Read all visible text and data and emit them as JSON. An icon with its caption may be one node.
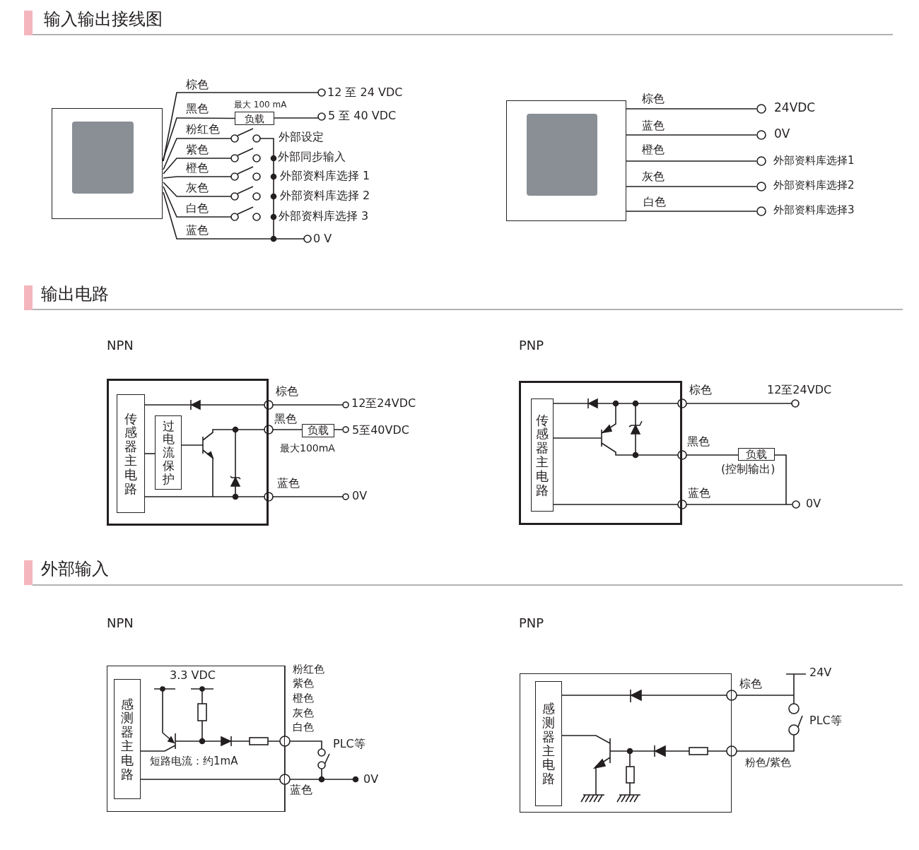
{
  "diagram": {
    "nodes": [
      {
        "text": [],
        "shape": "box"
      },
      {
        "text": [
          "负载"
        ],
        "beside": [
          "最大 100 mA"
        ]
      },
      {
        "text": [],
        "shape": "box"
      },
      {
        "text": [],
        "shape": "box"
      },
      {
        "text": [
          "传感器主电路"
        ],
        "in": 3
      },
      {
        "text": [
          "过电流保护"
        ],
        "in": 3
      },
      {
        "text": [
          "负载"
        ],
        "beside": [
          "最大100mA"
        ]
      },
      {
        "text": [],
        "shape": "box"
      },
      {
        "text": [
          "传感器主电路"
        ],
        "in": 7
      },
      {
        "text": [
          "负载"
        ],
        "beside": [
          "(控制输出)"
        ]
      },
      {
        "text": [],
        "shape": "box"
      },
      {
        "text": [
          "感测器主电路"
        ],
        "in": 10
      },
      {
        "text": [],
        "shape": "box"
      },
      {
        "text": [
          "感测器主电路"
        ],
        "in": 12
      }
    ],
    "edges": [
      {
        "from": 0,
        "to": 1,
        "arrow": "none"
      },
      {
        "from": 4,
        "to": 5,
        "arrow": "none"
      }
    ],
    "labels": [
      "输入输出接线图",
      "棕色",
      "黑色",
      "粉红色",
      "紫色",
      "橙色",
      "灰色",
      "白色",
      "蓝色",
      "12 至 24 VDC",
      "5 至 40 VDC",
      "外部设定",
      "外部同步输入",
      "外部资料库选择 1",
      "外部资料库选择 2",
      "外部资料库选择 3",
      "0 V",
      "棕色",
      "蓝色",
      "橙色",
      "灰色",
      "白色",
      "24VDC",
      "0V",
      "外部资料库选择1",
      "外部资料库选择2",
      "外部资料库选择3",
      "输出电路",
      "NPN",
      "PNP",
      "棕色",
      "黑色",
      "蓝色",
      "12至24VDC",
      "5至40VDC",
      "0V",
      "棕色",
      "黑色",
      "蓝色",
      "12至24VDC",
      "0V",
      "外部输入",
      "NPN",
      "PNP",
      "3.3 VDC",
      "粉红色",
      "紫色",
      "橙色",
      "灰色",
      "白色",
      "PLC等",
      "短路电流：约1mA",
      "0V",
      "蓝色",
      "24V",
      "棕色",
      "PLC等",
      "粉色/紫色"
    ]
  }
}
